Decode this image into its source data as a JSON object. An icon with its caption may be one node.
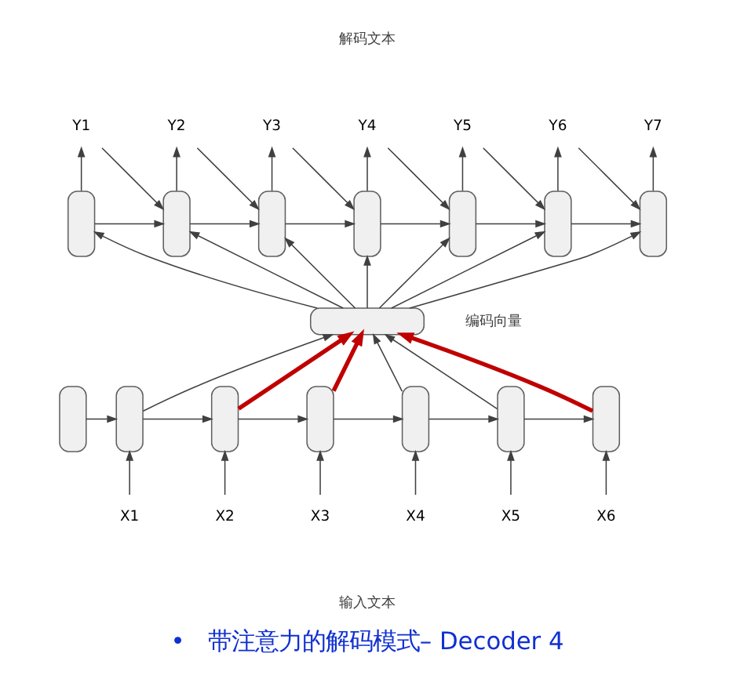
{
  "diagram": {
    "caption": "•   带注意力的解码模式– Decoder 4",
    "nodes": [
      {
        "text": [
          "Y1"
        ]
      },
      {
        "text": [
          "Y2"
        ]
      },
      {
        "text": [
          "Y3"
        ]
      },
      {
        "text": [
          "Y4"
        ]
      },
      {
        "text": [
          "Y5"
        ]
      },
      {
        "text": [
          "Y6"
        ]
      },
      {
        "text": [
          "Y7"
        ]
      },
      {
        "text": [],
        "shape": "box"
      },
      {
        "text": [],
        "shape": "box"
      },
      {
        "text": [],
        "shape": "box"
      },
      {
        "text": [],
        "shape": "box"
      },
      {
        "text": [],
        "shape": "box"
      },
      {
        "text": [],
        "shape": "box"
      },
      {
        "text": [],
        "shape": "box"
      },
      {
        "text": [],
        "shape": "box",
        "beside": [
          "编码向量"
        ]
      },
      {
        "text": [],
        "shape": "box"
      },
      {
        "text": [],
        "shape": "box"
      },
      {
        "text": [],
        "shape": "box"
      },
      {
        "text": [],
        "shape": "box"
      },
      {
        "text": [],
        "shape": "box"
      },
      {
        "text": [],
        "shape": "box"
      },
      {
        "text": [],
        "shape": "box"
      },
      {
        "text": [
          "X1"
        ]
      },
      {
        "text": [
          "X2"
        ]
      },
      {
        "text": [
          "X3"
        ]
      },
      {
        "text": [
          "X4"
        ]
      },
      {
        "text": [
          "X5"
        ]
      },
      {
        "text": [
          "X6"
        ]
      }
    ],
    "edges": [
      {
        "from": 7,
        "to": 0,
        "arrow": "to"
      },
      {
        "from": 8,
        "to": 1,
        "arrow": "to"
      },
      {
        "from": 9,
        "to": 2,
        "arrow": "to"
      },
      {
        "from": 10,
        "to": 3,
        "arrow": "to"
      },
      {
        "from": 11,
        "to": 4,
        "arrow": "to"
      },
      {
        "from": 12,
        "to": 5,
        "arrow": "to"
      },
      {
        "from": 13,
        "to": 6,
        "arrow": "to"
      },
      {
        "from": 0,
        "to": 8,
        "arrow": "to"
      },
      {
        "from": 1,
        "to": 9,
        "arrow": "to"
      },
      {
        "from": 2,
        "to": 10,
        "arrow": "to"
      },
      {
        "from": 3,
        "to": 11,
        "arrow": "to"
      },
      {
        "from": 4,
        "to": 12,
        "arrow": "to"
      },
      {
        "from": 5,
        "to": 13,
        "arrow": "to"
      },
      {
        "from": 7,
        "to": 8,
        "arrow": "to"
      },
      {
        "from": 8,
        "to": 9,
        "arrow": "to"
      },
      {
        "from": 9,
        "to": 10,
        "arrow": "to"
      },
      {
        "from": 10,
        "to": 11,
        "arrow": "to"
      },
      {
        "from": 11,
        "to": 12,
        "arrow": "to"
      },
      {
        "from": 12,
        "to": 13,
        "arrow": "to"
      },
      {
        "from": 14,
        "to": 7,
        "arrow": "to"
      },
      {
        "from": 14,
        "to": 8,
        "arrow": "to"
      },
      {
        "from": 14,
        "to": 9,
        "arrow": "to"
      },
      {
        "from": 14,
        "to": 10,
        "arrow": "to"
      },
      {
        "from": 14,
        "to": 11,
        "arrow": "to"
      },
      {
        "from": 14,
        "to": 12,
        "arrow": "to"
      },
      {
        "from": 14,
        "to": 13,
        "arrow": "to"
      },
      {
        "from": 16,
        "to": 14,
        "arrow": "to"
      },
      {
        "from": 17,
        "to": 14,
        "arrow": "to",
        "style": "thick",
        "color": "#c00000"
      },
      {
        "from": 18,
        "to": 14,
        "arrow": "to",
        "style": "thick",
        "color": "#c00000"
      },
      {
        "from": 19,
        "to": 14,
        "arrow": "to"
      },
      {
        "from": 20,
        "to": 14,
        "arrow": "to"
      },
      {
        "from": 21,
        "to": 14,
        "arrow": "to",
        "style": "thick",
        "color": "#c00000"
      },
      {
        "from": 15,
        "to": 16,
        "arrow": "to"
      },
      {
        "from": 16,
        "to": 17,
        "arrow": "to"
      },
      {
        "from": 17,
        "to": 18,
        "arrow": "to"
      },
      {
        "from": 18,
        "to": 19,
        "arrow": "to"
      },
      {
        "from": 19,
        "to": 20,
        "arrow": "to"
      },
      {
        "from": 20,
        "to": 21,
        "arrow": "to"
      },
      {
        "from": 22,
        "to": 16,
        "arrow": "to"
      },
      {
        "from": 23,
        "to": 17,
        "arrow": "to"
      },
      {
        "from": 24,
        "to": 18,
        "arrow": "to"
      },
      {
        "from": 25,
        "to": 19,
        "arrow": "to"
      },
      {
        "from": 26,
        "to": 20,
        "arrow": "to"
      },
      {
        "from": 27,
        "to": 21,
        "arrow": "to"
      }
    ],
    "labels": [
      "解码文本",
      "输入文本"
    ]
  }
}
